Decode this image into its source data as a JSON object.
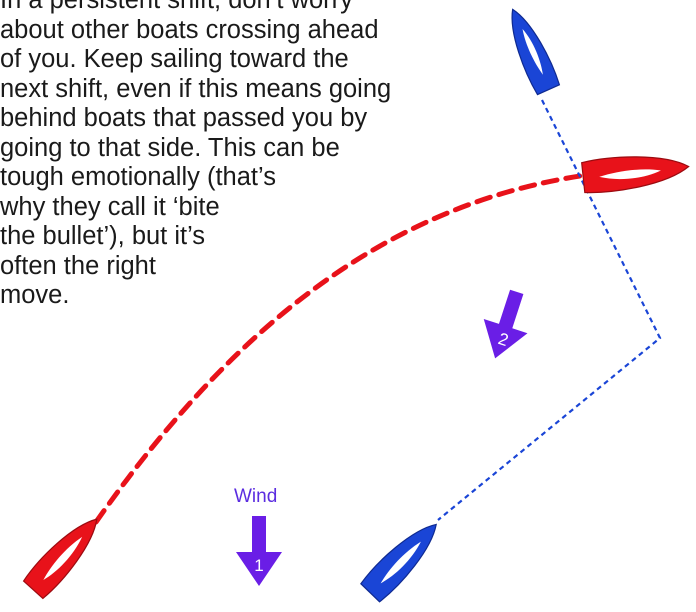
{
  "text": {
    "lines": [
      "In a persistent shift, don’t worry",
      "about other boats crossing ahead",
      "of you. Keep sailing toward the",
      "next shift, even if this means going",
      "behind boats that passed you by",
      "going to that side. This can be",
      "tough emotionally (that’s",
      "why they call it ‘bite",
      "the bullet’), but it’s",
      "often the right",
      "move."
    ]
  },
  "wind": {
    "label": "Wind"
  },
  "arrows": [
    {
      "number": "1",
      "color": "#6a1ee6"
    },
    {
      "number": "2",
      "color": "#6a1ee6"
    }
  ],
  "boats": {
    "red_color": "#e8121a",
    "blue_color": "#1a45d6",
    "sail_color": "#ffffff"
  },
  "paths": {
    "red_dashed_color": "#e8121a",
    "blue_dotted_color": "#1a45d6"
  }
}
